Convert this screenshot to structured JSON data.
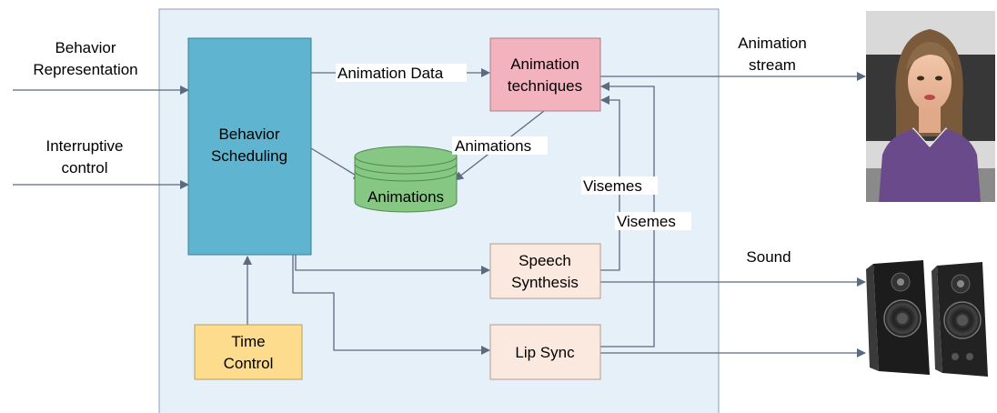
{
  "inputs": {
    "behavior_representation": [
      "Behavior",
      "Representation"
    ],
    "interruptive_control": [
      "Interruptive",
      "control"
    ]
  },
  "blocks": {
    "behavior_scheduling": [
      "Behavior",
      "Scheduling"
    ],
    "animation_techniques": [
      "Animation",
      "techniques"
    ],
    "animations_db": "Animations",
    "speech_synthesis": [
      "Speech",
      "Synthesis"
    ],
    "lip_sync": "Lip Sync",
    "time_control": [
      "Time",
      "Control"
    ]
  },
  "edge_labels": {
    "animation_data": "Animation Data",
    "animations": "Animations",
    "visemes_speech": "Visemes",
    "visemes_lipsync": "Visemes"
  },
  "outputs": {
    "animation_stream": [
      "Animation",
      "stream"
    ],
    "sound": "Sound"
  },
  "colors": {
    "system_bg": "#e6f0f9",
    "scheduling": "#5fb4cf",
    "animation_techniques": "#f2b3be",
    "animations_db": "#86c784",
    "speech_lipsync": "#fbe9df",
    "time_control": "#fddc8e",
    "arrow": "#5a6a7f"
  },
  "icons": {
    "avatar": "virtual-human-avatar-icon",
    "speakers": "speakers-icon"
  }
}
